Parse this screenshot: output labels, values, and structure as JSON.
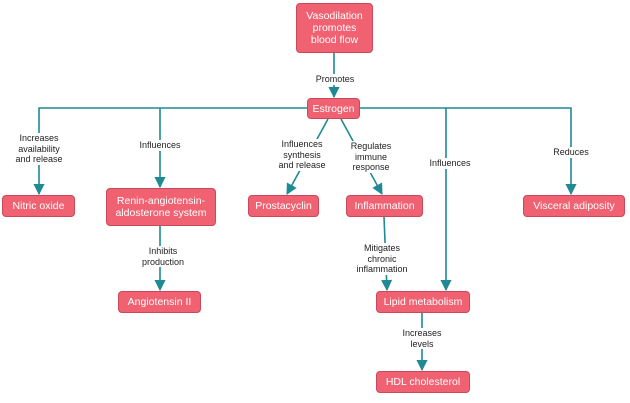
{
  "colors": {
    "node_fill": "#f06272",
    "node_border": "#c9485a",
    "edge": "#1f8a94",
    "text": "#222222"
  },
  "nodes": {
    "vasodilation": "Vasodilation\npromotes\nblood flow",
    "estrogen": "Estrogen",
    "nitric_oxide": "Nitric oxide",
    "raas": "Renin-angiotensin-\naldosterone system",
    "prostacyclin": "Prostacyclin",
    "inflammation": "Inflammation",
    "visceral_adiposity": "Visceral adiposity",
    "angiotensin": "Angiotensin II",
    "lipid_metabolism": "Lipid metabolism",
    "hdl": "HDL cholesterol"
  },
  "edge_labels": {
    "promotes": "Promotes",
    "increases_availability": "Increases\navailability\nand release",
    "influences_raas": "Influences",
    "influences_synthesis": "Influences\nsynthesis\nand release",
    "regulates_immune": "Regulates\nimmune\nresponse",
    "influences_lipid": "Influences",
    "reduces": "Reduces",
    "inhibits_production": "Inhibits\nproduction",
    "mitigates": "Mitigates\nchronic\ninflammation",
    "increases_levels": "Increases\nlevels"
  }
}
